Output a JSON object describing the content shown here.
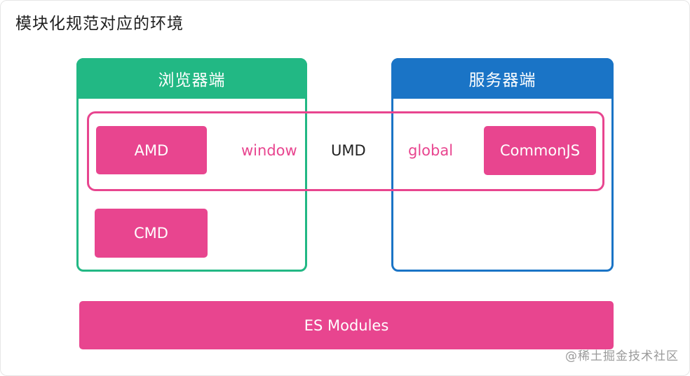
{
  "title": "模块化规范对应的环境",
  "colors": {
    "browser": "#22b884",
    "server": "#1a74c6",
    "module": "#e8458f",
    "text_dark": "#222222"
  },
  "environments": {
    "browser": {
      "label": "浏览器端"
    },
    "server": {
      "label": "服务器端"
    }
  },
  "modules": {
    "amd": "AMD",
    "cmd": "CMD",
    "commonjs": "CommonJS",
    "es_modules": "ES Modules"
  },
  "umd": {
    "label": "UMD",
    "browser_global": "window",
    "server_global": "global"
  },
  "watermark": "@稀土掘金技术社区"
}
